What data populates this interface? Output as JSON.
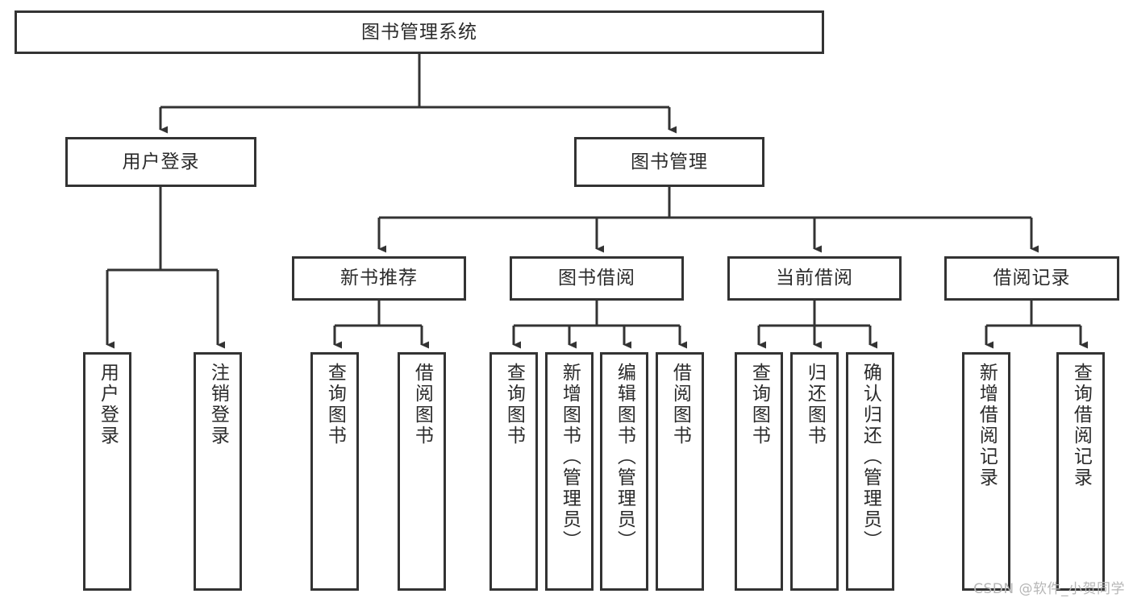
{
  "diagram": {
    "title": "图书管理系统",
    "type": "tree-hierarchy",
    "colors": {
      "stroke": "#333333",
      "fill": "#ffffff",
      "text": "#2b2b2b",
      "watermark": "#b6b6b6"
    },
    "watermark": "CSDN @软件_小贺同学",
    "nodes": {
      "root": {
        "label": "图书管理系统"
      },
      "level2": [
        {
          "id": "user-login",
          "label": "用户登录"
        },
        {
          "id": "book-manage",
          "label": "图书管理"
        }
      ],
      "level3": [
        {
          "id": "new-book-rec",
          "label": "新书推荐"
        },
        {
          "id": "book-borrow",
          "label": "图书借阅"
        },
        {
          "id": "current-borrow",
          "label": "当前借阅"
        },
        {
          "id": "borrow-record",
          "label": "借阅记录"
        }
      ],
      "leaves": {
        "user-login": [
          {
            "id": "leaf-user-login",
            "label": "用户登录"
          },
          {
            "id": "leaf-logout",
            "label": "注销登录"
          }
        ],
        "new-book-rec": [
          {
            "id": "leaf-query-book-1",
            "label": "查询图书"
          },
          {
            "id": "leaf-borrow-book-1",
            "label": "借阅图书"
          }
        ],
        "book-borrow": [
          {
            "id": "leaf-query-book-2",
            "label": "查询图书"
          },
          {
            "id": "leaf-add-book",
            "label": "新增图书（管理员）"
          },
          {
            "id": "leaf-edit-book",
            "label": "编辑图书（管理员）"
          },
          {
            "id": "leaf-borrow-book-2",
            "label": "借阅图书"
          }
        ],
        "current-borrow": [
          {
            "id": "leaf-query-book-3",
            "label": "查询图书"
          },
          {
            "id": "leaf-return-book",
            "label": "归还图书"
          },
          {
            "id": "leaf-confirm-return",
            "label": "确认归还（管理员）"
          }
        ],
        "borrow-record": [
          {
            "id": "leaf-add-record",
            "label": "新增借阅记录"
          },
          {
            "id": "leaf-query-record",
            "label": "查询借阅记录"
          }
        ]
      }
    }
  }
}
